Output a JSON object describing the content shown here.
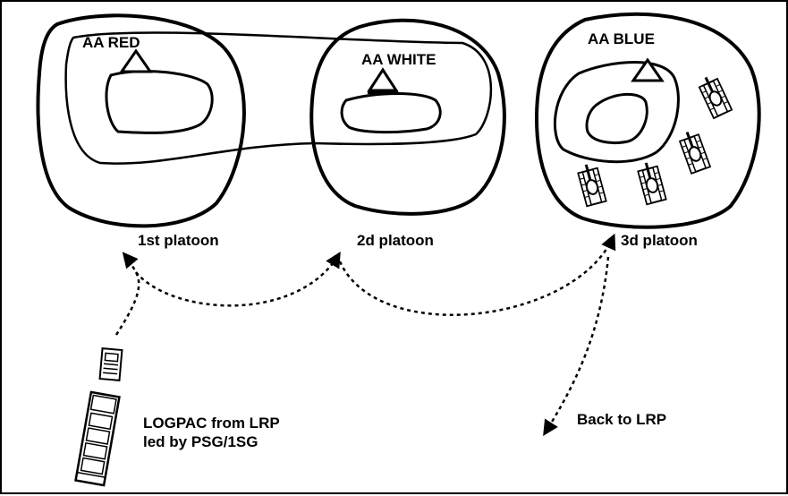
{
  "areas": [
    {
      "id": "red",
      "label": "AA RED"
    },
    {
      "id": "white",
      "label": "AA WHITE"
    },
    {
      "id": "blue",
      "label": "AA BLUE"
    }
  ],
  "platoons": [
    {
      "label": "1st platoon"
    },
    {
      "label": "2d platoon"
    },
    {
      "label": "3d platoon"
    }
  ],
  "logpac": {
    "line1": "LOGPAC from LRP",
    "line2": "led by PSG/1SG"
  },
  "return_label": "Back to LRP",
  "colors": {
    "ink": "#000000",
    "background": "#ffffff"
  }
}
